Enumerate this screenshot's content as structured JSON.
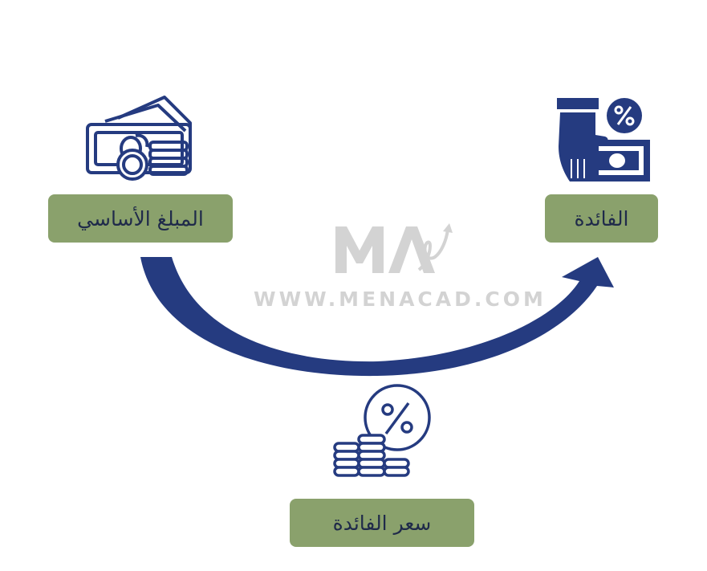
{
  "diagram": {
    "principal_label": "المبلغ الأساسي",
    "interest_label": "الفائدة",
    "rate_label": "سعر الفائدة"
  },
  "watermark": {
    "logo_text": "MA",
    "site": "WWW.MENACAD.COM"
  },
  "icons": {
    "principal": "cash-coins-icon",
    "interest": "hand-money-percent-icon",
    "rate": "coins-percent-icon"
  },
  "colors": {
    "navy": "#253b80",
    "label_bg": "#8aa16c",
    "label_text": "#1f2a4a",
    "watermark": "#d3d3d3"
  }
}
